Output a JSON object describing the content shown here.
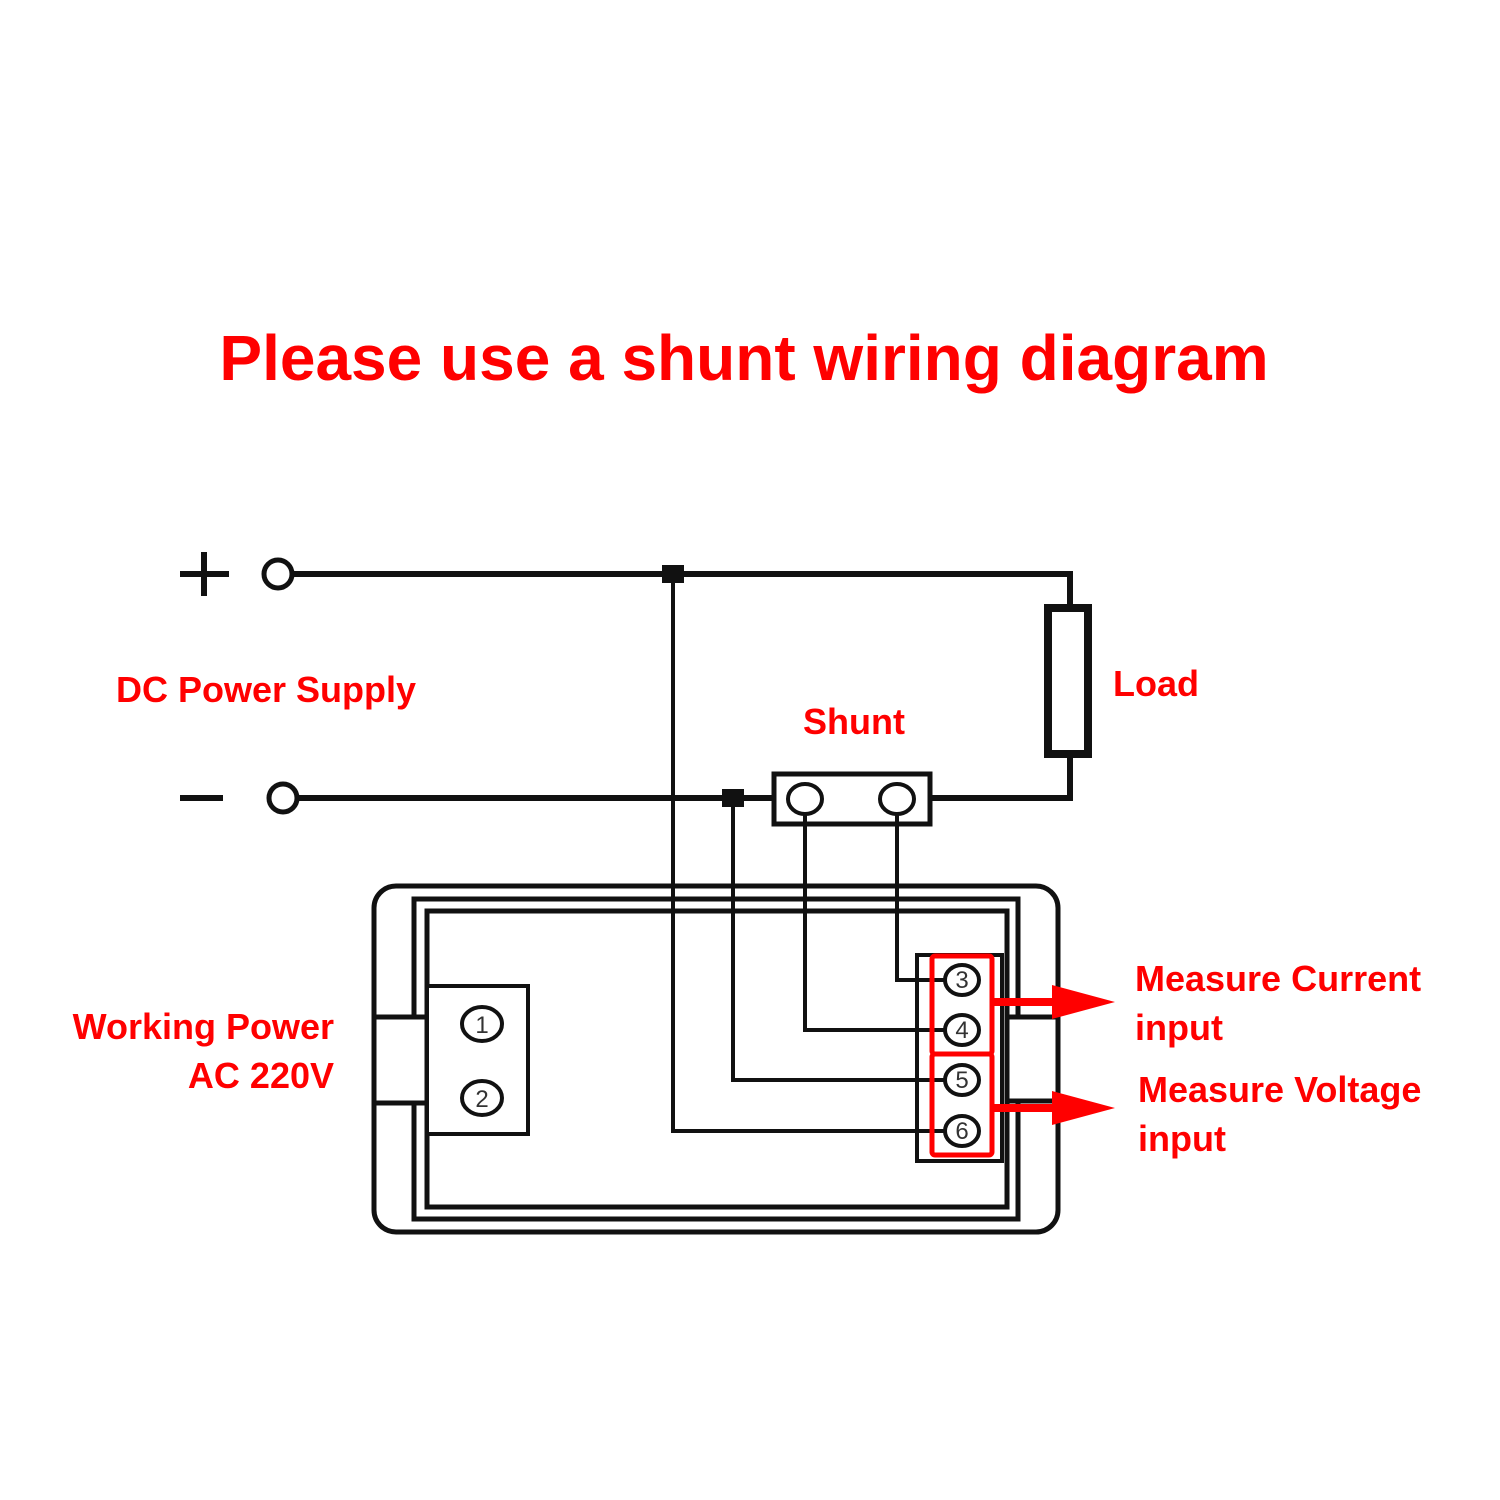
{
  "title": "Please use a shunt wiring diagram",
  "labels": {
    "dc_power_supply": "DC Power Supply",
    "load": "Load",
    "shunt": "Shunt",
    "working_power_line1": "Working Power",
    "working_power_line2": "AC 220V",
    "measure_current_line1": "Measure Current",
    "measure_current_line2": "input",
    "measure_voltage_line1": "Measure Voltage",
    "measure_voltage_line2": "input"
  },
  "supply_terminals": {
    "positive": "+",
    "negative": "−"
  },
  "meter_terminals": [
    "1",
    "2",
    "3",
    "4",
    "5",
    "6"
  ],
  "colors": {
    "label": "#ff0000",
    "line": "#111111",
    "background": "#ffffff"
  }
}
